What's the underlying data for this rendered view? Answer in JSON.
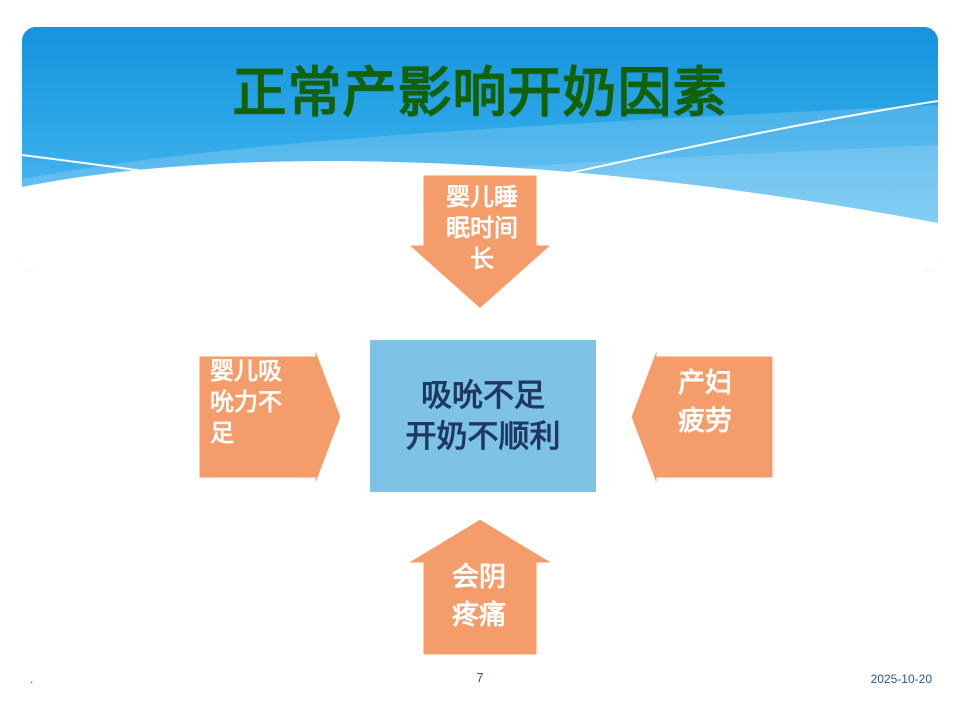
{
  "slide": {
    "title": "正常产影响开奶因素",
    "title_color": "#136105",
    "banner_color": "#2aa5e6"
  },
  "diagram": {
    "center": {
      "label": "吸吮不足\n开奶不顺利",
      "line1": "吸吮不足",
      "line2": "开奶不顺利",
      "fill": "#7ec3e6",
      "text_color": "#1f3864"
    },
    "arrow_fill": "#f59c6b",
    "arrow_text_color": "#ffffff",
    "arrows": [
      {
        "id": "top",
        "direction": "down",
        "label": "婴儿睡眠时间长",
        "line1": "婴儿睡",
        "line2": "眠时间",
        "line3": "长"
      },
      {
        "id": "left",
        "direction": "right",
        "label": "婴儿吸吮力不足",
        "line1": "婴儿吸",
        "line2": "吮力不",
        "line3": "足"
      },
      {
        "id": "right",
        "direction": "left",
        "label": "产妇疲劳",
        "line1": "产妇",
        "line2": "疲劳"
      },
      {
        "id": "bottom",
        "direction": "up",
        "label": "会阴疼痛",
        "line1": "会阴",
        "line2": "疼痛"
      }
    ]
  },
  "footer": {
    "left": ".",
    "page_number": "7",
    "date": "2025-10-20"
  }
}
